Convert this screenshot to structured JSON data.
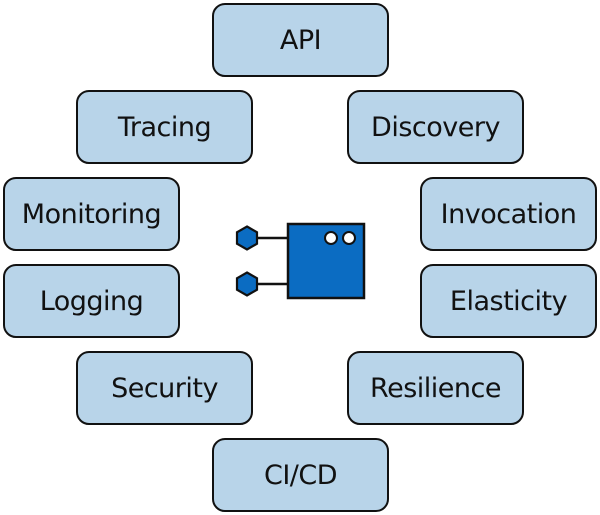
{
  "concerns": {
    "api": "API",
    "tracing": "Tracing",
    "discovery": "Discovery",
    "monitoring": "Monitoring",
    "invocation": "Invocation",
    "logging": "Logging",
    "elasticity": "Elasticity",
    "security": "Security",
    "resilience": "Resilience",
    "cicd": "CI/CD"
  },
  "colors": {
    "box_fill": "#b8d4e9",
    "box_border": "#111111",
    "service_fill": "#0b6cc2"
  },
  "icons": {
    "center": "service-component-icon"
  }
}
